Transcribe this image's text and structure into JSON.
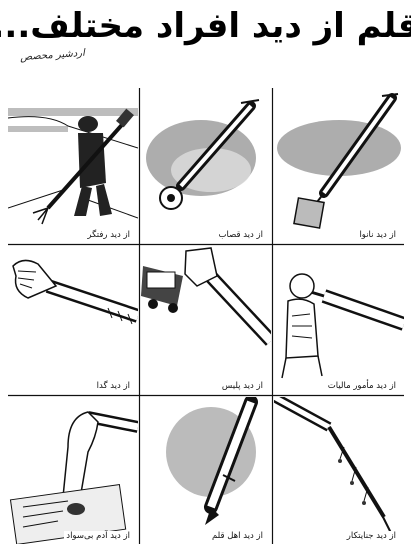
{
  "title": "قلم از دید افراد مختلف...",
  "signature": "اردشیر محصص",
  "panels": [
    {
      "caption": "از دید رفتگر",
      "drawing": "street-sweeper"
    },
    {
      "caption": "از دید قصاب",
      "drawing": "meat-roller-pen"
    },
    {
      "caption": "از دید نانوا",
      "drawing": "spatula-pen"
    },
    {
      "caption": "از دید گدا",
      "drawing": "begging-hand"
    },
    {
      "caption": "از دید پلیس",
      "drawing": "stop-hand"
    },
    {
      "caption": "از دید مأمور مالیات",
      "drawing": "tax-collector"
    },
    {
      "caption": "از دید آدم بی‌سواد",
      "drawing": "thumbprint"
    },
    {
      "caption": "از دید اهل قلم",
      "drawing": "writer-pen"
    },
    {
      "caption": "از دید جنایتکار",
      "drawing": "dagger-pen"
    }
  ]
}
